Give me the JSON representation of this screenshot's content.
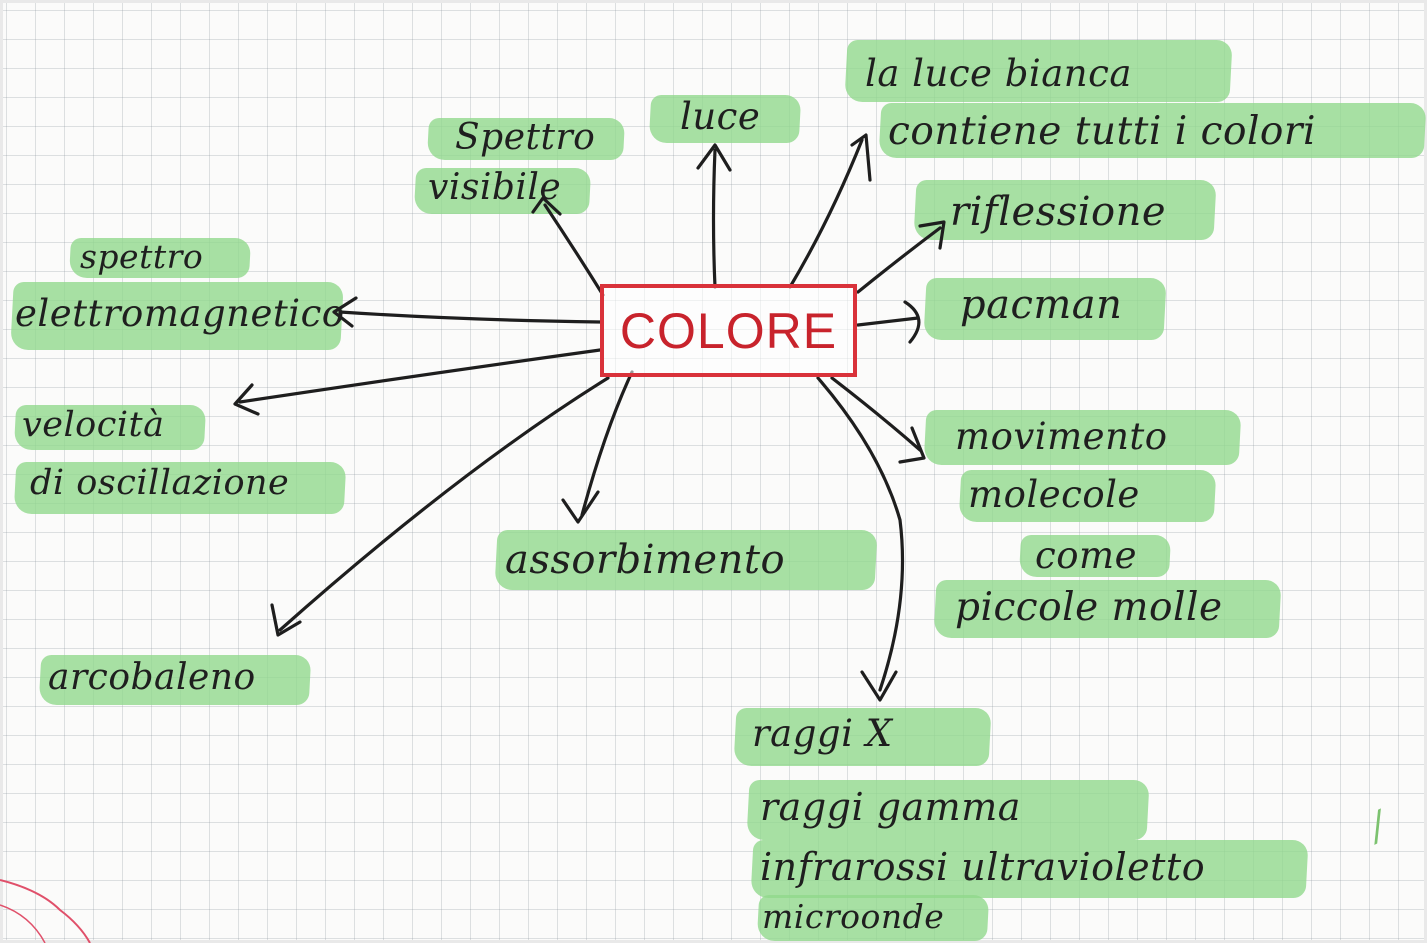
{
  "center": {
    "label": "COLORE"
  },
  "branches": [
    {
      "id": "spettro-visibile",
      "lines": [
        "Spettro",
        "visibile"
      ]
    },
    {
      "id": "luce",
      "lines": [
        "luce"
      ]
    },
    {
      "id": "luce-bianca",
      "lines": [
        "la luce bianca",
        "contiene tutti i colori"
      ]
    },
    {
      "id": "riflessione",
      "lines": [
        "riflessione"
      ]
    },
    {
      "id": "pacman",
      "lines": [
        "pacman"
      ]
    },
    {
      "id": "movimento",
      "lines": [
        "movimento",
        "molecole",
        "come",
        "piccole molle"
      ]
    },
    {
      "id": "onde",
      "lines": [
        "raggi X",
        "raggi gamma",
        "infrarossi ultravioletto",
        "microonde"
      ]
    },
    {
      "id": "assorbimento",
      "lines": [
        "assorbimento"
      ]
    },
    {
      "id": "arcobaleno",
      "lines": [
        "arcobaleno"
      ]
    },
    {
      "id": "velocita",
      "lines": [
        "velocità",
        "di oscillazione"
      ]
    },
    {
      "id": "spettro-em",
      "lines": [
        "spettro",
        "elettromagnetico"
      ]
    }
  ],
  "colors": {
    "highlighter": "#8fd98a",
    "ink": "#1f1f1f",
    "box": "#d9323a",
    "grid": "#8c96a0"
  }
}
